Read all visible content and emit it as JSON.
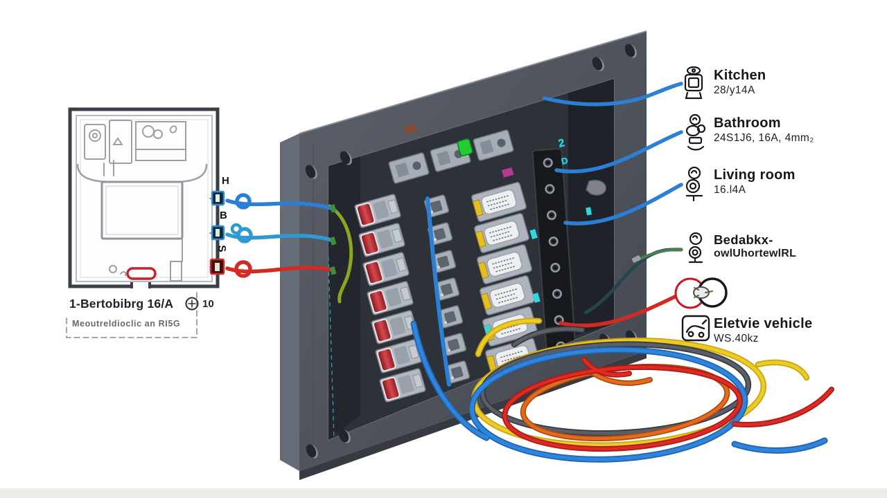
{
  "illustration": {
    "floor_plan": {
      "caption": "1-Bertobibrg 16/A",
      "badge_symbol": "circled-plus",
      "badge_value": "10",
      "note": "Meoutreldioclic an RI5G",
      "ports": [
        {
          "label": "H",
          "wire_color": "#2b7fd4"
        },
        {
          "label": "B",
          "wire_color": "#2f9ad0"
        },
        {
          "label": "S",
          "wire_color": "#d42a24"
        }
      ]
    },
    "panel": {
      "markings": {
        "m1": "2",
        "m2": "D"
      },
      "led_color": "#23cd31",
      "frame_color": "#4e535d",
      "recess_color": "#2d3138"
    },
    "circuits": [
      {
        "name": "Kitchen",
        "spec": "28/y14A",
        "icon": "kettle-icon",
        "wire_color": "#2b7fd4"
      },
      {
        "name": "Bathroom",
        "spec": "24S1J6, 16A, 4mm₂",
        "icon": "faucet-icon",
        "wire_color": "#2b7fd4"
      },
      {
        "name": "Living room",
        "spec": "16.l4A",
        "icon": "armchair-icon",
        "wire_color": "#2b7fd4"
      },
      {
        "name": "Bedabkx-",
        "spec": "owlUhortewlRL",
        "icon": "bedroom-lamp-icon",
        "wire_color": "#2e5747"
      },
      {
        "name": "Eletvie vehicle",
        "spec": "WS.40kz",
        "icon": "ev-car-icon",
        "wire_color": "#d42a24"
      }
    ],
    "colors": {
      "wire_blue": "#2b7fd4",
      "wire_red": "#d42a24",
      "wire_yellow": "#eccb22",
      "wire_gray": "#5a5f67",
      "wire_orange": "#e66a1c",
      "wire_green": "#8aa81f",
      "accent_cyan": "#2fd7e2",
      "rocker_red": "#b5232a",
      "plan_line": "#9aa0a6",
      "plan_red_oval": "#c8222a"
    }
  }
}
